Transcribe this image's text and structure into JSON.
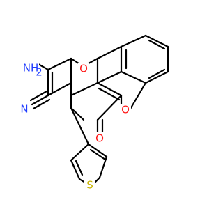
{
  "molecule": {
    "atoms": {
      "amine": "NH",
      "amine_sub": "2",
      "ring_oxygen": "O",
      "lactone_oxygen": "O",
      "carbonyl_oxygen": "O",
      "nitrile_nitrogen": "N",
      "sulfur": "S"
    },
    "colors": {
      "bond": "#000000",
      "nitrogen": "#1f3cff",
      "oxygen": "#ff1a1a",
      "sulfur": "#c8b400"
    }
  }
}
